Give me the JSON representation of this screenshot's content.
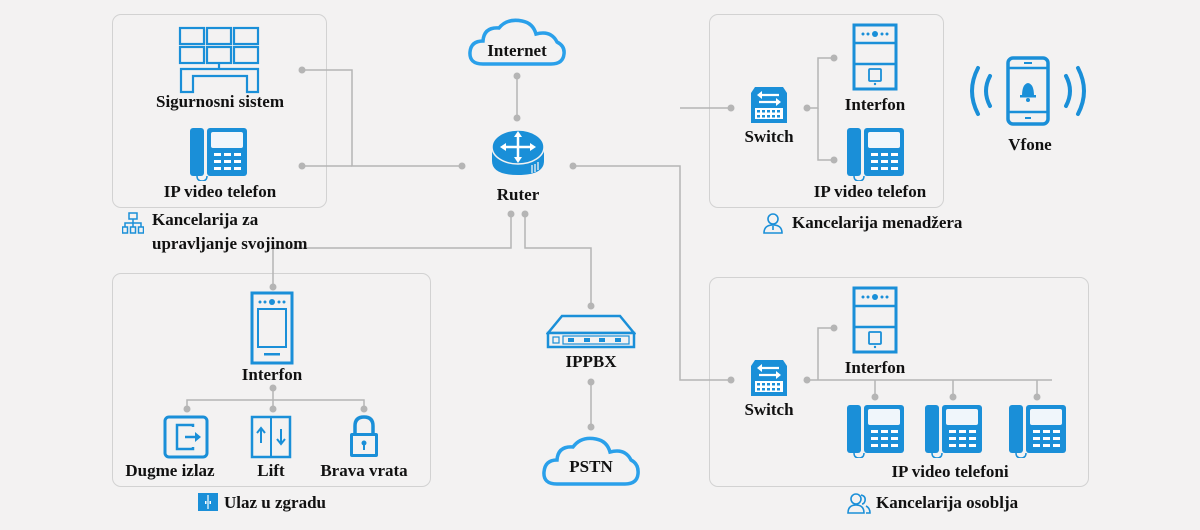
{
  "colors": {
    "accent": "#1a8fd8",
    "line": "#b5b5b5",
    "panel_border": "#d2d2d2",
    "background": "#f3f2f2"
  },
  "property_office": {
    "caption_line1": "Kancelarija za",
    "caption_line2": "upravljanje svojinom",
    "caption_icon": "org-chart-icon",
    "devices": [
      {
        "label": "Sigurnosni sistem",
        "icon": "video-wall-icon"
      },
      {
        "label": "IP video telefon",
        "icon": "desk-phone-icon"
      }
    ]
  },
  "core": {
    "internet": {
      "label": "Internet",
      "icon": "cloud-icon"
    },
    "router": {
      "label": "Ruter",
      "icon": "router-icon"
    },
    "ippbx": {
      "label": "IPPBX",
      "icon": "ippbx-icon"
    },
    "pstn": {
      "label": "PSTN",
      "icon": "cloud-icon"
    }
  },
  "manager_office": {
    "caption": "Kancelarija menadžera",
    "caption_icon": "user-icon",
    "switch": {
      "label": "Switch",
      "icon": "switch-icon"
    },
    "devices": [
      {
        "label": "Interfon",
        "icon": "intercom-icon"
      },
      {
        "label": "IP video telefon",
        "icon": "desk-phone-icon"
      }
    ]
  },
  "vfone": {
    "label": "Vfone",
    "icon": "ringing-phone-icon"
  },
  "building_entrance": {
    "caption": "Ulaz u zgradu",
    "caption_icon": "door-icon",
    "interfon": {
      "label": "Interfon",
      "icon": "door-station-icon"
    },
    "devices": [
      {
        "label": "Dugme izlaz",
        "icon": "exit-button-icon"
      },
      {
        "label": "Lift",
        "icon": "elevator-icon"
      },
      {
        "label": "Brava vrata",
        "icon": "lock-icon"
      }
    ]
  },
  "staff_office": {
    "caption": "Kancelarija osoblja",
    "caption_icon": "users-icon",
    "switch": {
      "label": "Switch",
      "icon": "switch-icon"
    },
    "interfon": {
      "label": "Interfon",
      "icon": "intercom-icon"
    },
    "phones_label": "IP video telefoni",
    "phones_count": 3
  }
}
